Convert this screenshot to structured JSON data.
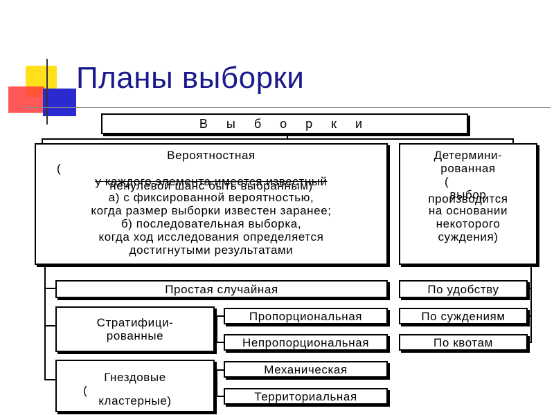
{
  "title": "Планы выборки",
  "diagram": {
    "root": "В ы б о р к и",
    "probabilistic": {
      "heading": "Вероятностная",
      "paren": "(",
      "overlap_a": "у каждого элемента имеется известный",
      "overlap_b": "ненулевой шанс быть выбранным)",
      "lines": [
        "а) с фиксированной вероятностью,",
        "когда размер выборки известен заранее;",
        "б) последовательная выборка,",
        "когда ход исследования определяется",
        "достигнутыми результатами"
      ]
    },
    "deterministic": {
      "heading_1": "Детермини-",
      "heading_2": "рованная",
      "paren": "(",
      "overlap_a": "выбор",
      "overlap_b": "производится",
      "lines": [
        "на основании",
        "некоторого",
        "суждения)"
      ]
    },
    "simple_random": "Простая случайная",
    "stratified_1": "Стратифици-",
    "stratified_2": "рованные",
    "proportional": "Пропорциональная",
    "nonproportional": "Непропорциональная",
    "cluster_1": "Гнездовые",
    "cluster_2": "(",
    "cluster_3": "кластерные)",
    "mechanical": "Механическая",
    "territorial": "Территориальная",
    "convenience": "По удобству",
    "judgment": "По суждениям",
    "quota": "По квотам"
  },
  "colors": {
    "title": "#1a1a8c",
    "deco_yellow": "#ffe01a",
    "deco_red": "#ff3b3b",
    "deco_blue": "#2a2ad0"
  }
}
